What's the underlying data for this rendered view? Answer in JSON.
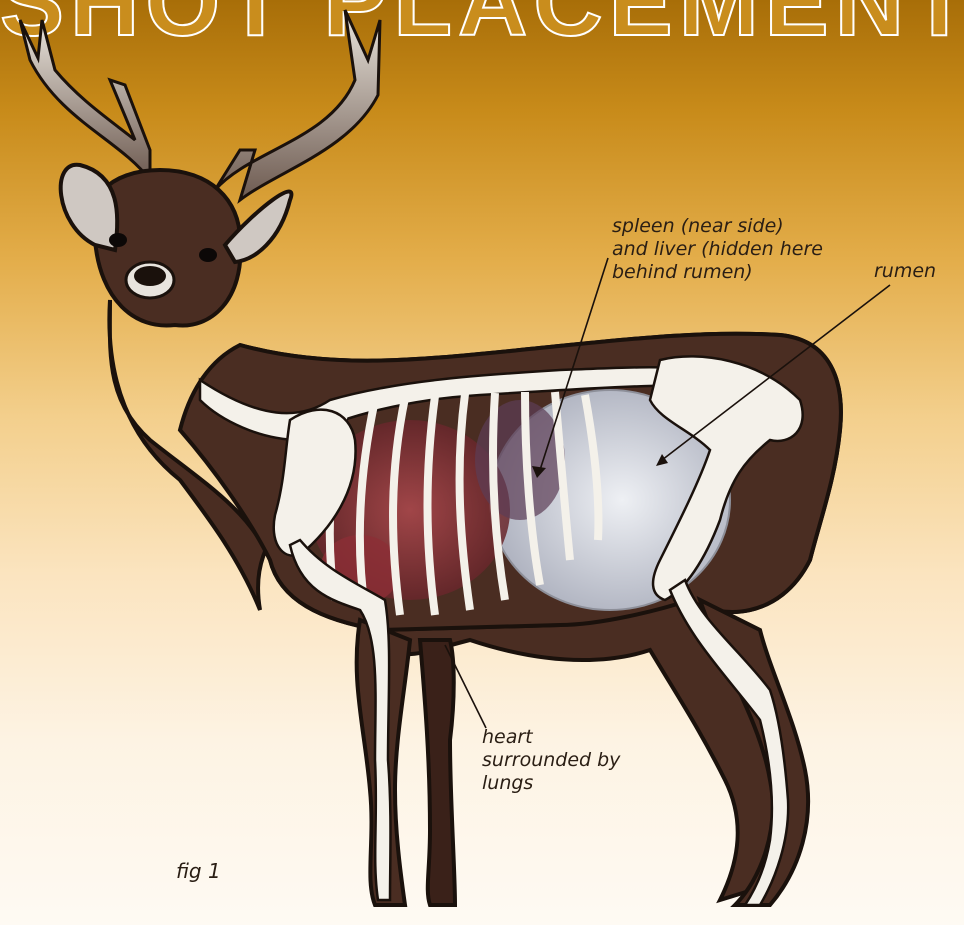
{
  "header": {
    "title": "SHOT PLACEMENT"
  },
  "labels": {
    "spleen": "spleen (near side)\nand liver (hidden here\nbehind rumen)",
    "rumen": "rumen",
    "heart": "heart\nsurrounded by\nlungs",
    "figure": "fig 1"
  },
  "colors": {
    "coat": "#4a2d22",
    "bone": "#f4f1ea",
    "rumen": "#c9ccd6",
    "organs": "#7a2e33",
    "outline": "#1a110c"
  }
}
